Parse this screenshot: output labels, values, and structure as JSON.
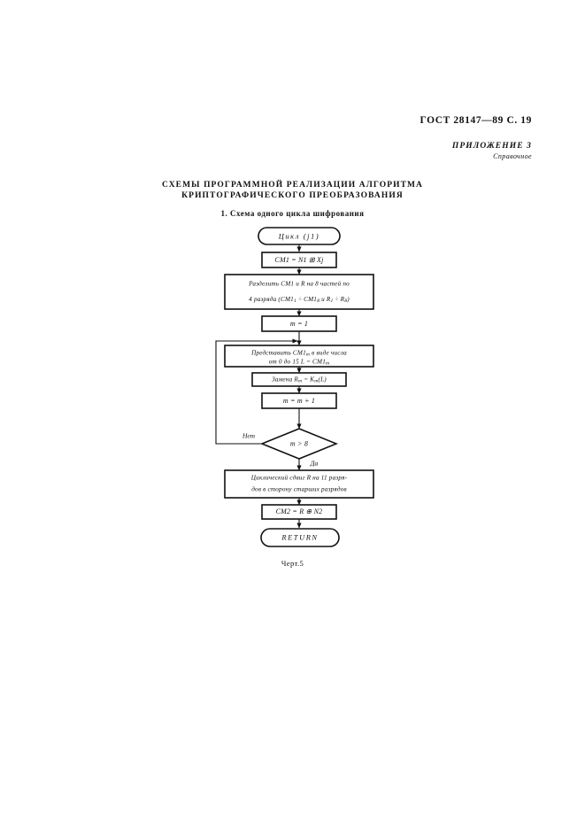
{
  "header": {
    "standard_line": "ГОСТ 28147—89 С. 19",
    "annex_title": "ПРИЛОЖЕНИЕ 3",
    "annex_subtitle": "Справочное"
  },
  "titles": {
    "main_line1": "СХЕМЫ ПРОГРАММНОЙ РЕАЛИЗАЦИИ АЛГОРИТМА",
    "main_line2": "КРИПТОГРАФИЧЕСКОГО ПРЕОБРАЗОВАНИЯ",
    "section": "1.  Схема одного цикла шифрования"
  },
  "caption": "Черт.5",
  "flowchart": {
    "start": {
      "label": "Цикл (j1)",
      "shape": "terminator"
    },
    "nodes": [
      {
        "id": "n1",
        "shape": "process",
        "line1": "CM1 = N1 ⊞ Xj"
      },
      {
        "id": "n2",
        "shape": "process",
        "line1": "Разделить CM1 и R на 8 частей по",
        "line2_a": "4 разряда (CM1",
        "line2_sub1": "1",
        "line2_b": " ÷ CM1",
        "line2_sub2": "8",
        "line2_c": " и R",
        "line2_sub3": "1",
        "line2_d": " ÷ R",
        "line2_sub4": "8",
        "line2_e": ")"
      },
      {
        "id": "n3",
        "shape": "process",
        "line1": "m = 1"
      },
      {
        "id": "n4",
        "shape": "process",
        "line1_a": "Представить CM1",
        "line1_sub": "m",
        "line1_b": " в виде  числа",
        "line2_a": "от  0  до 15    L = CM1",
        "line2_sub": "m"
      },
      {
        "id": "n5",
        "shape": "process",
        "line1_a": "Замена R",
        "line1_sub1": "m",
        "line1_b": " = K",
        "line1_sub2": "m",
        "line1_c": "(L)"
      },
      {
        "id": "n6",
        "shape": "process",
        "line1": "m = m + 1"
      },
      {
        "id": "n7",
        "shape": "decision",
        "line1": "m > 8"
      },
      {
        "id": "n8",
        "shape": "process",
        "line1": "Циклический  сдвиг R на 11 разря-",
        "line2": "дов  в сторону старших разрядов"
      },
      {
        "id": "n9",
        "shape": "process",
        "line1": "CM2 = R ⊕ N2"
      }
    ],
    "end": {
      "label": "RETURN",
      "shape": "terminator"
    },
    "edge_labels": {
      "no": "Нет",
      "yes": "Да"
    }
  },
  "colors": {
    "ink": "#111111",
    "paper": "#ffffff"
  }
}
